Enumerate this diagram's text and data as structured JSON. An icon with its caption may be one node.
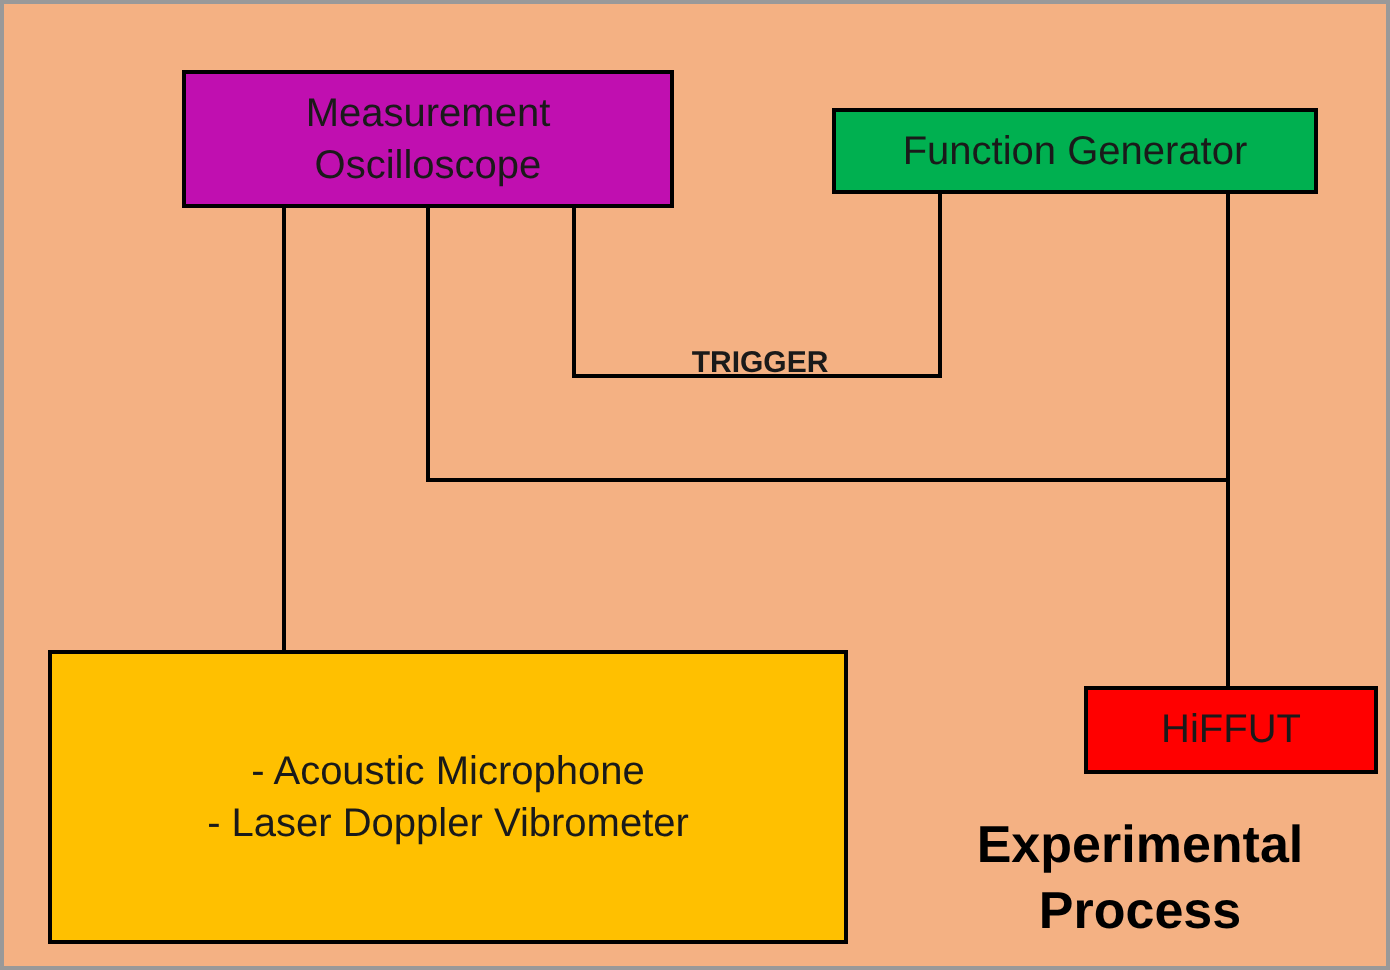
{
  "diagram": {
    "nodes": [
      {
        "text": [
          "Measurement Oscilloscope"
        ]
      },
      {
        "text": [
          "Function Generator"
        ]
      },
      {
        "text": [
          "- Acoustic Microphone",
          "- Laser Doppler Vibrometer"
        ]
      },
      {
        "text": [
          "HiFFUT"
        ]
      }
    ],
    "edges": [
      {
        "from": 0,
        "to": 2,
        "arrow": "none"
      },
      {
        "from": 0,
        "to": 1,
        "arrow": "none",
        "label": "TRIGGER"
      },
      {
        "from": 0,
        "to": 3,
        "arrow": "none"
      },
      {
        "from": 1,
        "to": 3,
        "arrow": "none"
      }
    ],
    "labels": [
      "Experimental Process"
    ]
  }
}
